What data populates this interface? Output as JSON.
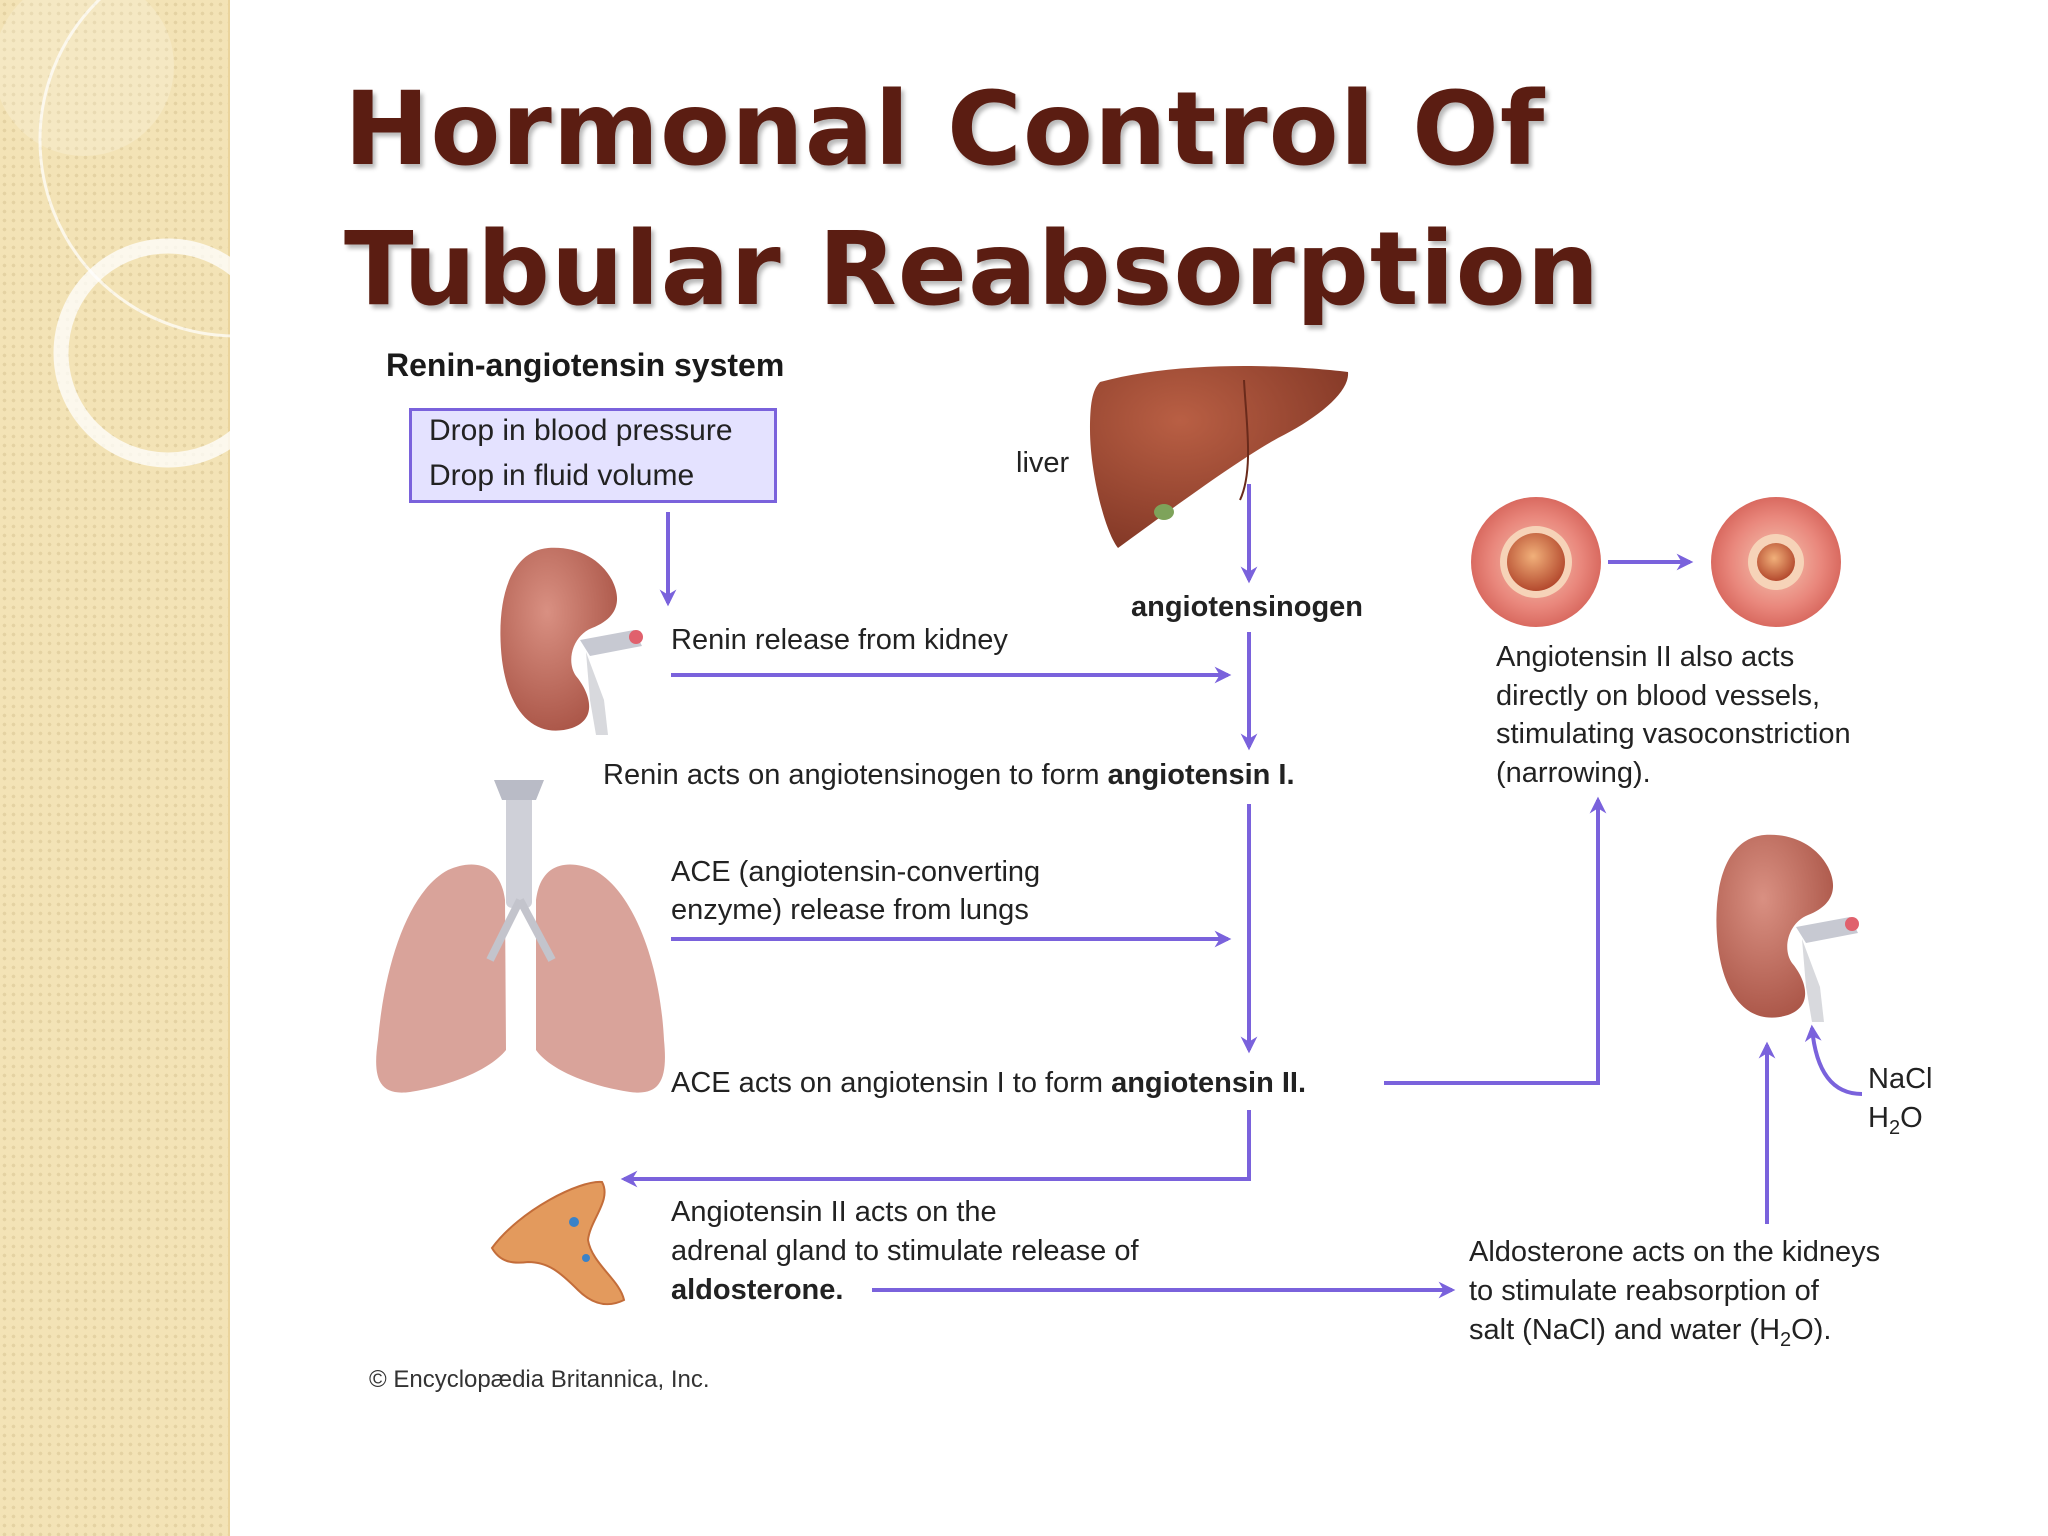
{
  "slide": {
    "title": "Hormonal Control Of Tubular Reabsorption"
  },
  "diagram": {
    "subtitle": "Renin-angiotensin system",
    "stimulus": [
      "Drop in blood pressure",
      "Drop in fluid volume"
    ],
    "liver_label": "liver",
    "angiotensinogen_label": "angiotensinogen",
    "renin_release": "Renin release from kidney",
    "renin_action_text": "Renin acts on angiotensinogen to form ",
    "renin_action_bold": "angiotensin I.",
    "ace_release": [
      "ACE (angiotensin-converting",
      "enzyme) release from lungs"
    ],
    "ace_action_text": "ACE acts on angiotensin I to form ",
    "ace_action_bold": "angiotensin II.",
    "adrenal": [
      "Angiotensin II acts on the",
      "adrenal gland to stimulate release of",
      "aldosterone."
    ],
    "vessel_action": [
      "Angiotensin II also acts",
      "directly on blood vessels,",
      "stimulating vasoconstriction",
      "(narrowing)."
    ],
    "aldosterone_action": [
      "Aldosterone acts on the kidneys",
      "to stimulate reabsorption of",
      "salt (NaCl) and water (H",
      "2",
      "O)."
    ],
    "kidney_inputs": [
      "NaCl",
      "H",
      "2",
      "O"
    ],
    "credit": "© Encyclopædia Britannica, Inc.",
    "colors": {
      "arrow": "#7a62dc",
      "box_fill": "#e4e2ff",
      "title": "#5b1d12",
      "liver": "#9b4a32",
      "kidney": "#c27466",
      "lungs": "#d9a39a",
      "adrenal": "#e39a5d"
    },
    "icons": [
      "kidney-icon",
      "liver-icon",
      "lungs-icon",
      "adrenal-gland-icon",
      "blood-vessel-icon"
    ]
  }
}
